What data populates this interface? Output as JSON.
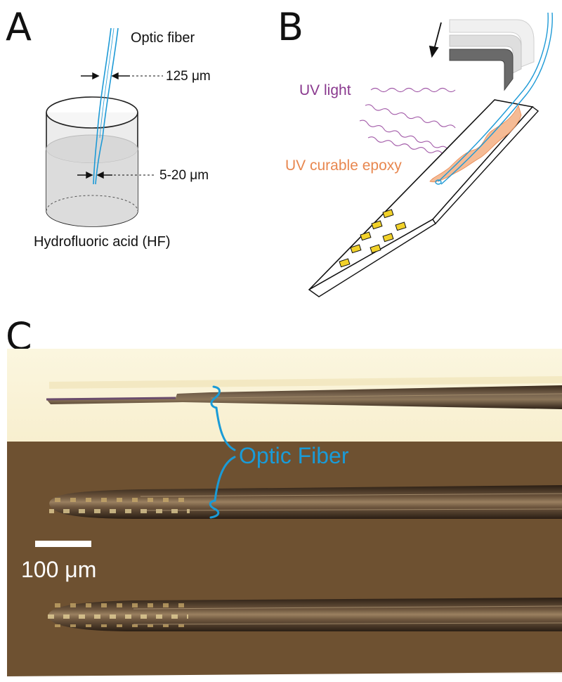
{
  "panels": {
    "a": {
      "letter": "A",
      "fiber_label": "Optic fiber",
      "diameter_top": "125 μm",
      "diameter_tip": "5-20 μm",
      "container_label": "Hydrofluoric acid (HF)"
    },
    "b": {
      "letter": "B",
      "uv_label": "UV light",
      "epoxy_label": "UV curable epoxy"
    },
    "c": {
      "letter": "C",
      "fiber_callout": "Optic Fiber",
      "scale_bar_label": "100 μm"
    }
  },
  "colors": {
    "fiber": "#1e9ad6",
    "uv_light": "#8a3a8f",
    "epoxy": "#e8874f",
    "electrode_site": "#f2d22a",
    "micrograph_background": "#6e5232",
    "micrograph_bright": "#faf3d6"
  }
}
